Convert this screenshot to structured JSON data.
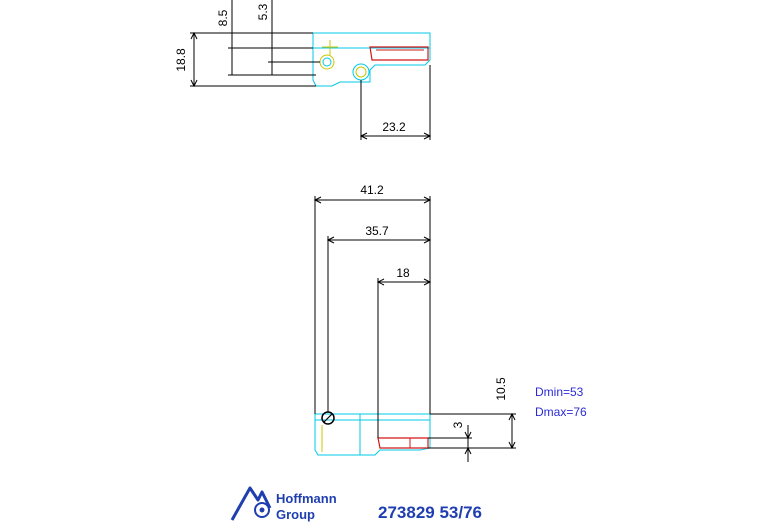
{
  "top_view": {
    "dim_8_5": "8.5",
    "dim_5_3": "5.3",
    "dim_18_8": "18.8",
    "dim_23_2": "23.2"
  },
  "front_view": {
    "dim_41_2": "41.2",
    "dim_35_7": "35.7",
    "dim_18": "18",
    "dim_10_5": "10.5",
    "dim_3": "3"
  },
  "notes": {
    "dmin": "Dmin=53",
    "dmax": "Dmax=76"
  },
  "title_block": {
    "logo_line1": "Hoffmann",
    "logo_line2": "Group",
    "part_number": "273829 53/76"
  },
  "colors": {
    "outline": "#00c8e6",
    "dimension": "#000000",
    "insert": "#d01818",
    "center": "#c8c800",
    "notes": "#2b2bd6",
    "brand": "#1f3fb0"
  }
}
